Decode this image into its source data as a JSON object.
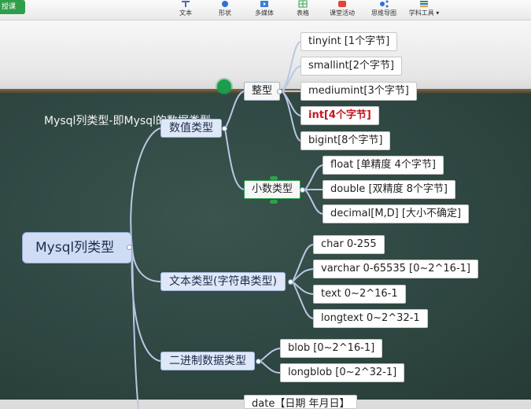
{
  "toolbar": {
    "left_button": "授课",
    "items": [
      {
        "label": "文本",
        "icon": "text-icon"
      },
      {
        "label": "形状",
        "icon": "shape-icon"
      },
      {
        "label": "多媒体",
        "icon": "media-icon"
      },
      {
        "label": "表格",
        "icon": "table-icon"
      },
      {
        "label": "课堂活动",
        "icon": "activity-icon"
      },
      {
        "label": "思维导图",
        "icon": "mindmap-icon"
      },
      {
        "label": "学科工具 ▾",
        "icon": "subject-tools-icon"
      }
    ]
  },
  "board": {
    "title": "Mysql列类型-即Mysql的数据类型"
  },
  "mindmap": {
    "root": "Mysql列类型",
    "numeric": {
      "label": "数值类型",
      "integer": {
        "label": "整型",
        "items": [
          "tinyint [1个字节]",
          "smallint[2个字节]",
          "mediumint[3个字节]",
          "int[4个字节]",
          "bigint[8个字节]"
        ]
      },
      "decimal": {
        "label": "小数类型",
        "items": [
          "float [单精度 4个字节]",
          "double [双精度 8个字节]",
          "decimal[M,D] [大小不确定]"
        ]
      }
    },
    "text": {
      "label": "文本类型(字符串类型)",
      "items": [
        "char 0-255",
        "varchar 0-65535 [0~2^16-1]",
        "text 0~2^16-1",
        "longtext 0~2^32-1"
      ]
    },
    "binary": {
      "label": "二进制数据类型",
      "items": [
        "blob [0~2^16-1]",
        "longblob [0~2^32-1]"
      ]
    },
    "partial_bottom": "date【日期 年月日】"
  },
  "colors": {
    "highlight_text": "#c4171e",
    "selection_border": "#2aa24a",
    "connector": "#b9c8e4",
    "board": "#2f4742"
  }
}
